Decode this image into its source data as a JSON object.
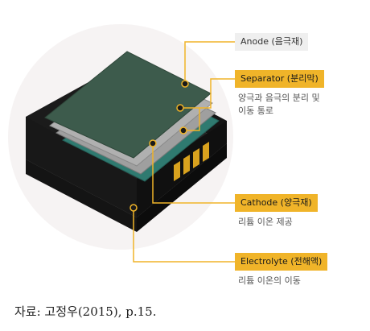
{
  "labels": {
    "anode": "Anode (음극재)",
    "separator": "Separator (분리막)",
    "separator_desc": "양극과 음극의 분리 및\n이동 통로",
    "cathode": "Cathode (양극재)",
    "cathode_desc": "리튬 이온 제공",
    "electrolyte": "Electrolyte (전해액)",
    "electrolyte_desc": "리튬 이온의 이동"
  },
  "source": "자료: 고정우(2015), p.15.",
  "colors": {
    "accent": "#f0b429",
    "case": "#1e1e1e",
    "anode_sheet": "#3d5b4c",
    "separator_sheet": "#a9a9a9",
    "cathode_sheet": "#2f7a70",
    "contacts": "#d9a21e"
  }
}
